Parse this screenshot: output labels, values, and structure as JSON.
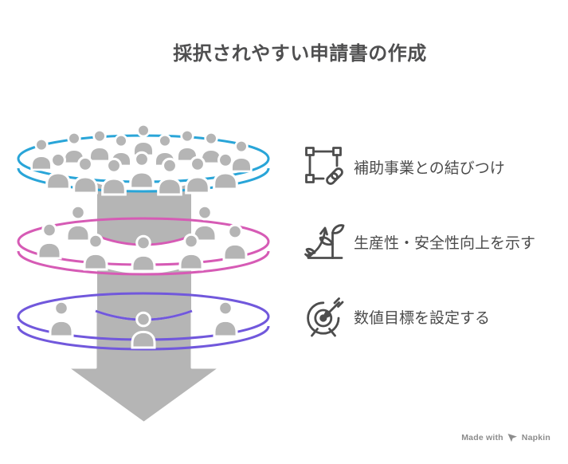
{
  "title": "採択されやすい申請書の作成",
  "items": [
    {
      "icon": "link-frame-icon",
      "label": "補助事業との結びつけ"
    },
    {
      "icon": "growth-plant-icon",
      "label": "生産性・安全性向上を示す"
    },
    {
      "icon": "target-dart-icon",
      "label": "数値目標を設定する"
    }
  ],
  "funnel": {
    "levels": [
      {
        "id": "top",
        "color": "#29a5d8",
        "people_count": 16
      },
      {
        "id": "middle",
        "color": "#d65bb5",
        "people_count": 7
      },
      {
        "id": "bottom",
        "color": "#7158dc",
        "people_count": 3
      }
    ]
  },
  "colors": {
    "title_text": "#4f4f50",
    "item_text": "#4b4b4b",
    "icon_stroke": "#4d4d4d",
    "funnel_gray": "#b5b5b5",
    "person_fill": "#b5b5b5",
    "person_stroke": "#ffffff",
    "footer_text": "#8c8c8c"
  },
  "footer": {
    "made_with_label": "Made with",
    "brand_name": "Napkin"
  }
}
